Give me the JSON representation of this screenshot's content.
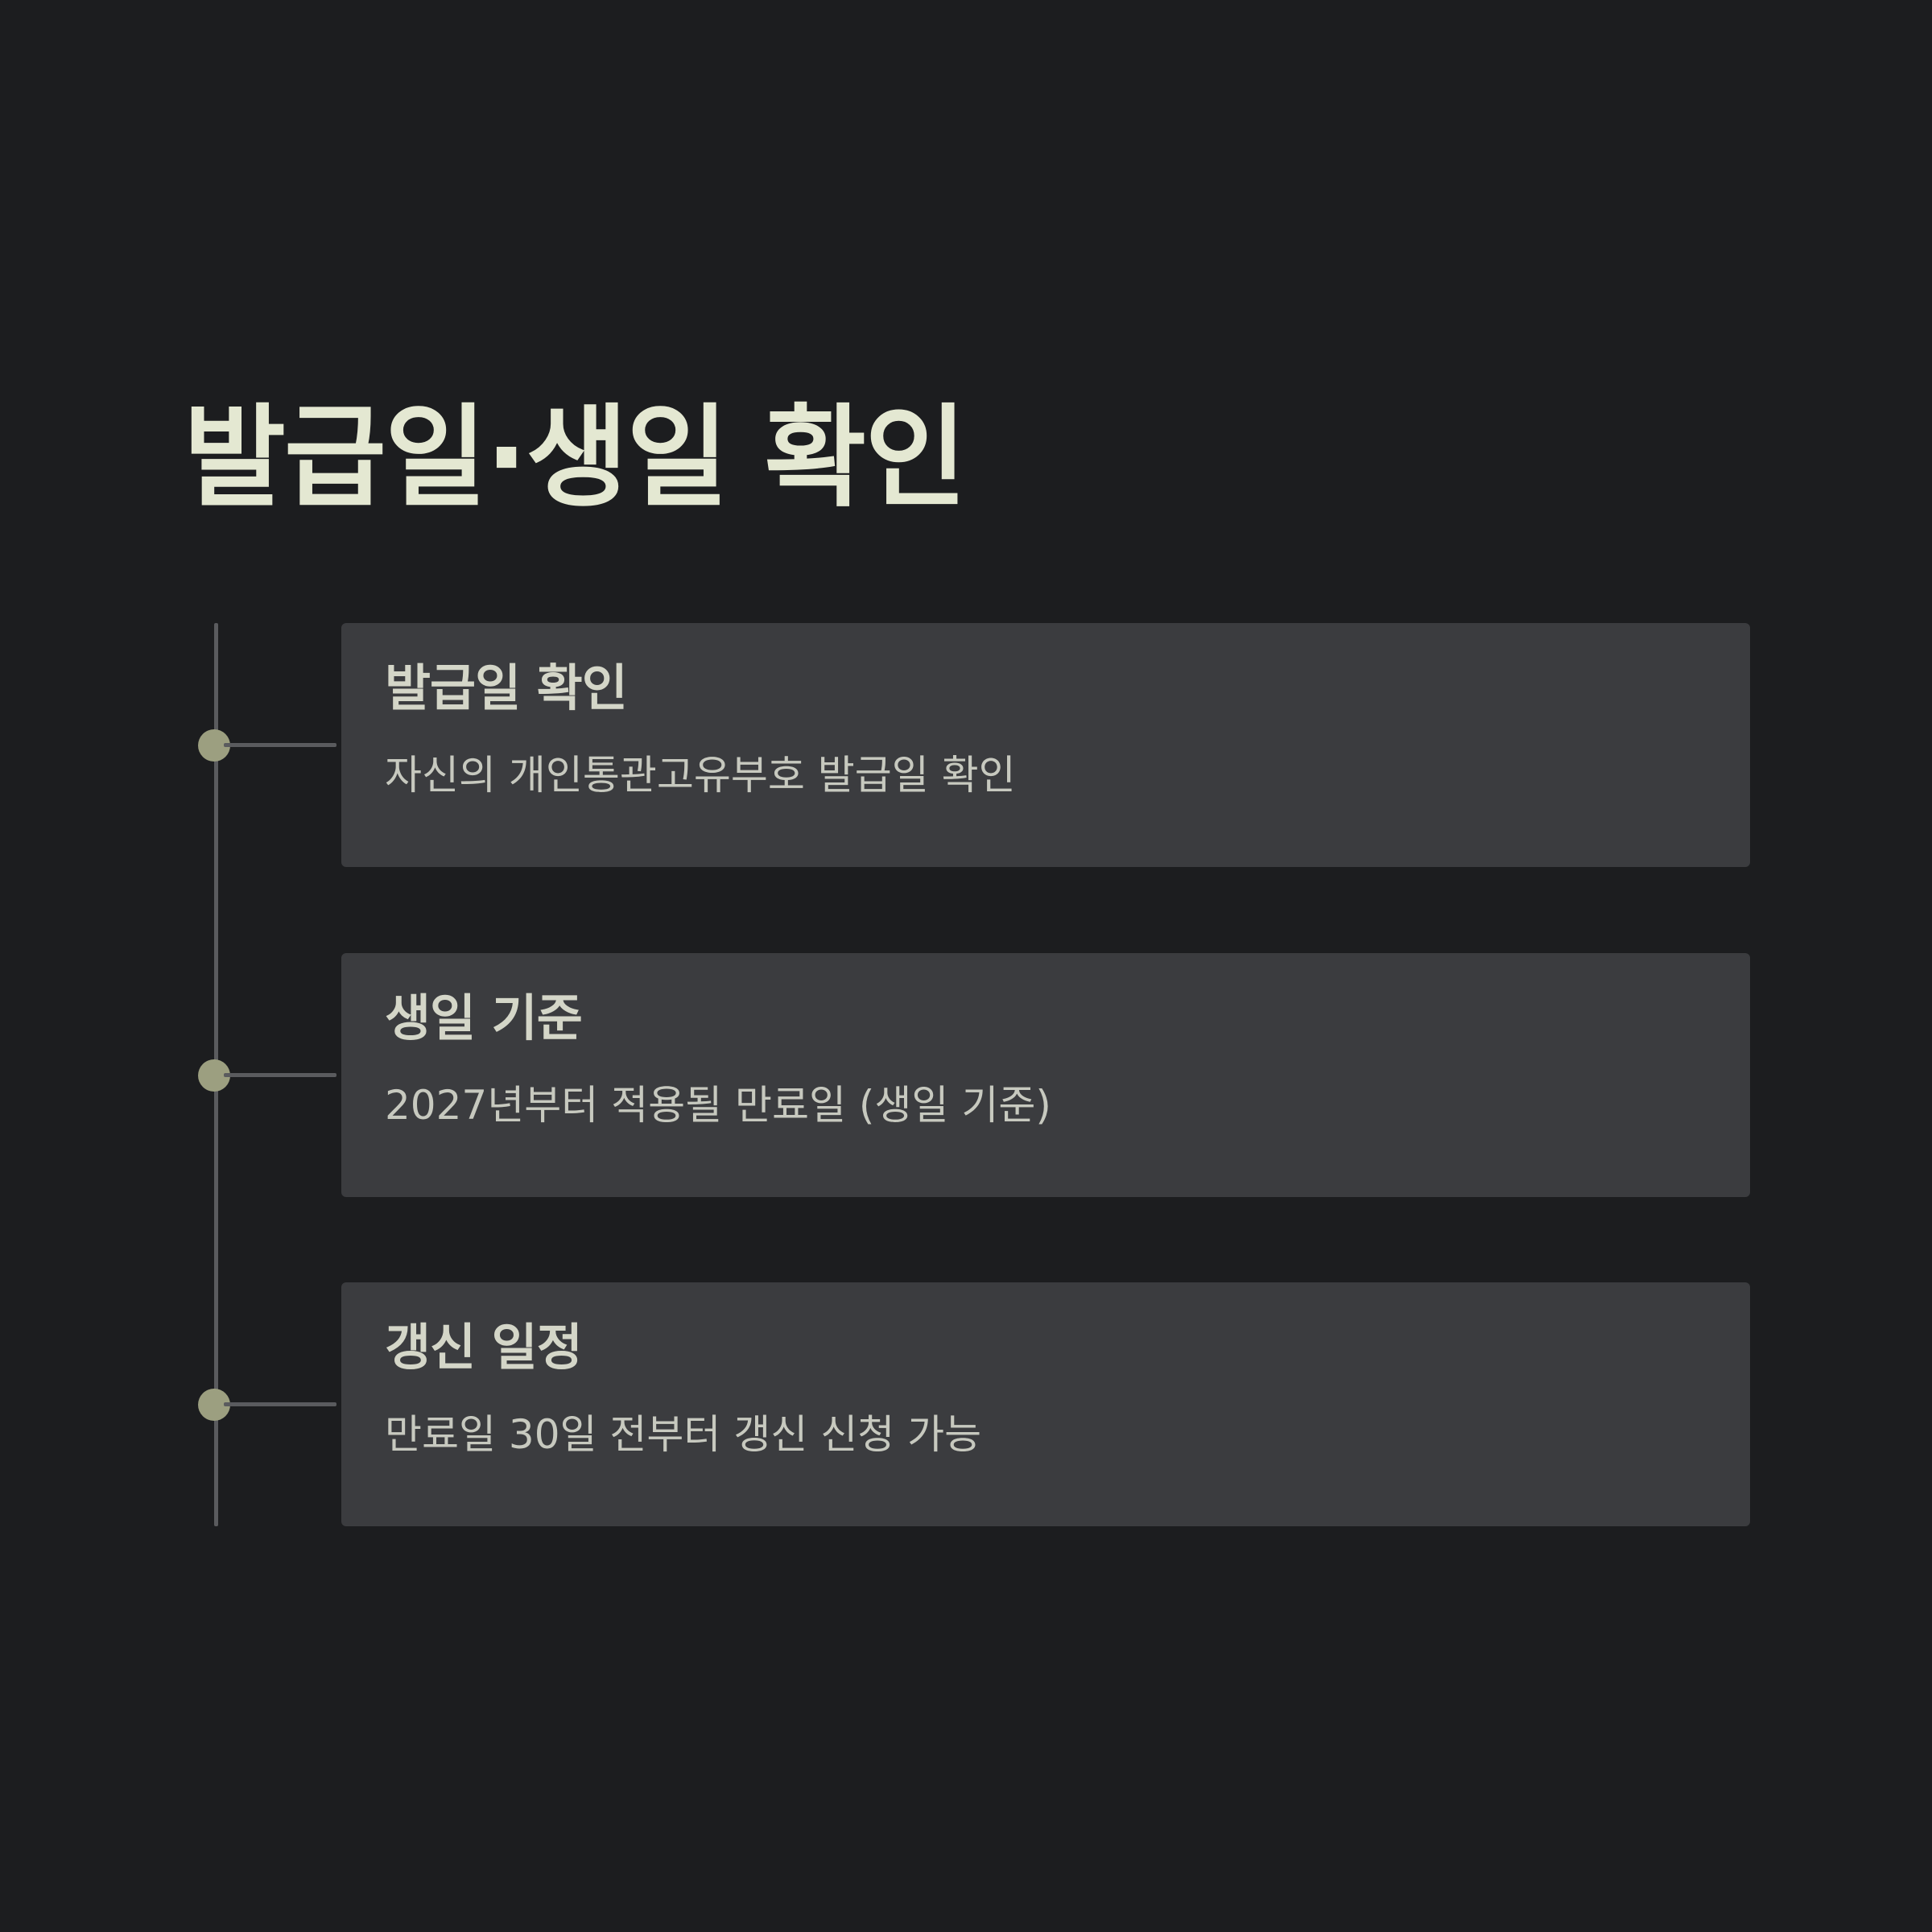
{
  "title": "발급일·생일 확인",
  "steps": [
    {
      "heading": "발급일 확인",
      "description": "자신의 개인통관고유부호 발급일 확인"
    },
    {
      "heading": "생일 기준",
      "description": "2027년부터 적용될 만료일 (생일 기준)"
    },
    {
      "heading": "갱신 일정",
      "description": "만료일 30일 전부터 갱신 신청 가능"
    }
  ],
  "colors": {
    "background": "#1c1d1f",
    "title": "#e4e8d2",
    "card": "#3b3c3f",
    "dot": "#9c9f80",
    "rail": "#5a5b5e"
  }
}
